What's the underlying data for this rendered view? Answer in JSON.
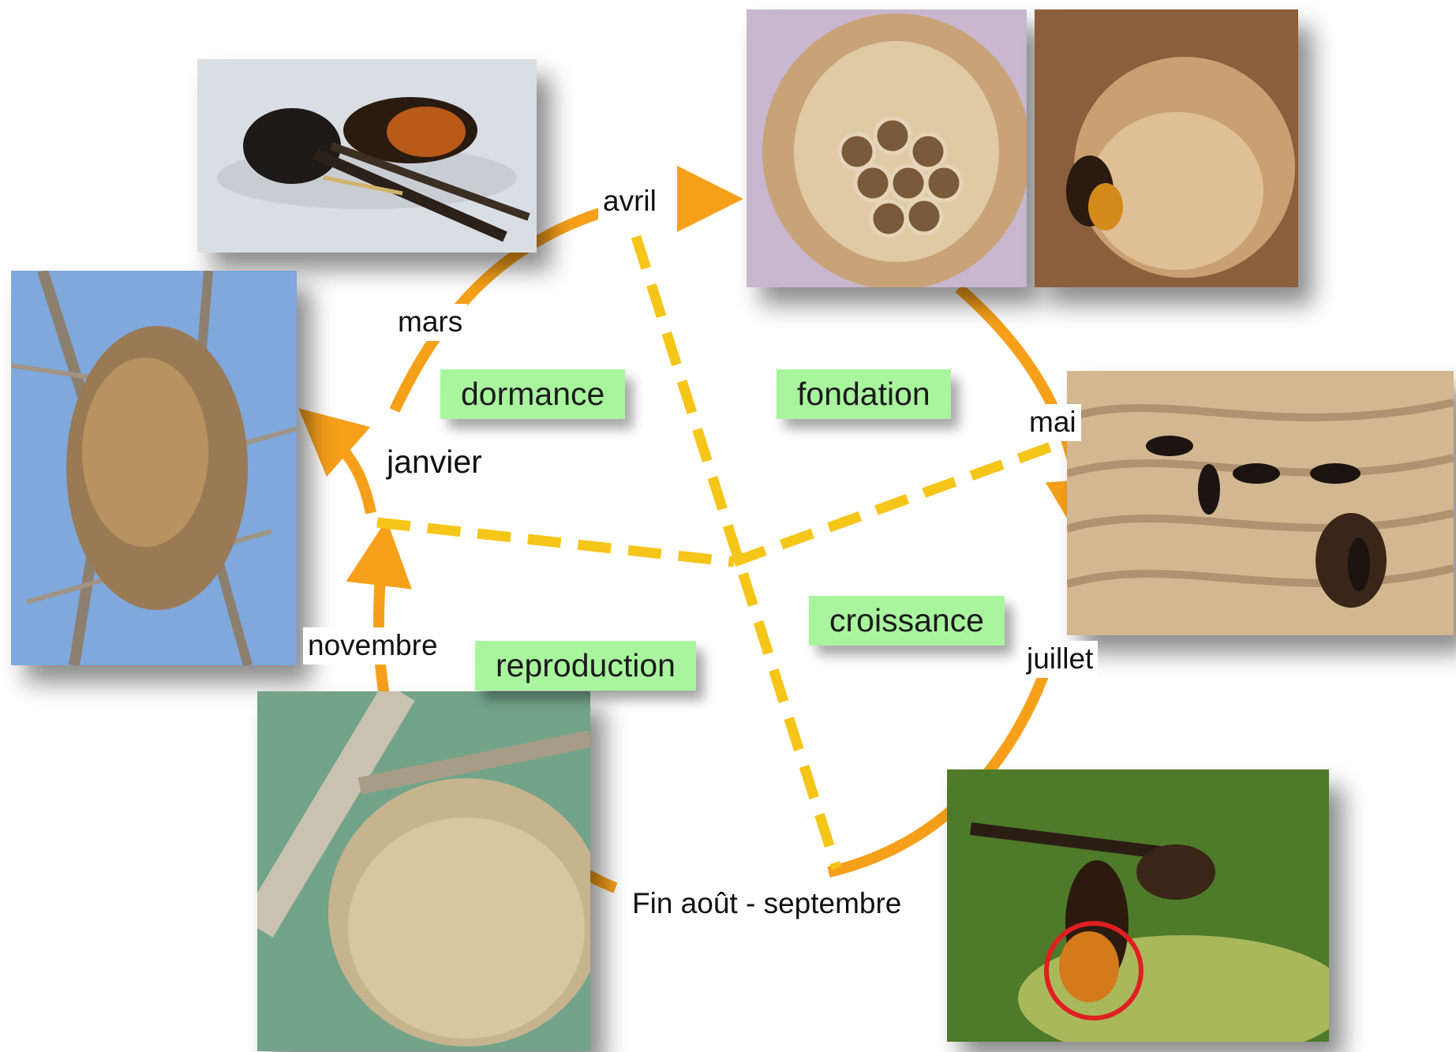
{
  "months": {
    "avril": "avril",
    "mars": "mars",
    "janvier": "janvier",
    "mai": "mai",
    "novembre": "novembre",
    "juillet": "juillet",
    "fin_aout": "Fin août - septembre"
  },
  "phases": {
    "dormance": "dormance",
    "fondation": "fondation",
    "croissance": "croissance",
    "reproduction": "reproduction"
  },
  "colors": {
    "arrow": "#f6a01a",
    "dash": "#f5c518",
    "phase_bg": "#a9f59e",
    "marker": "#e02020"
  }
}
